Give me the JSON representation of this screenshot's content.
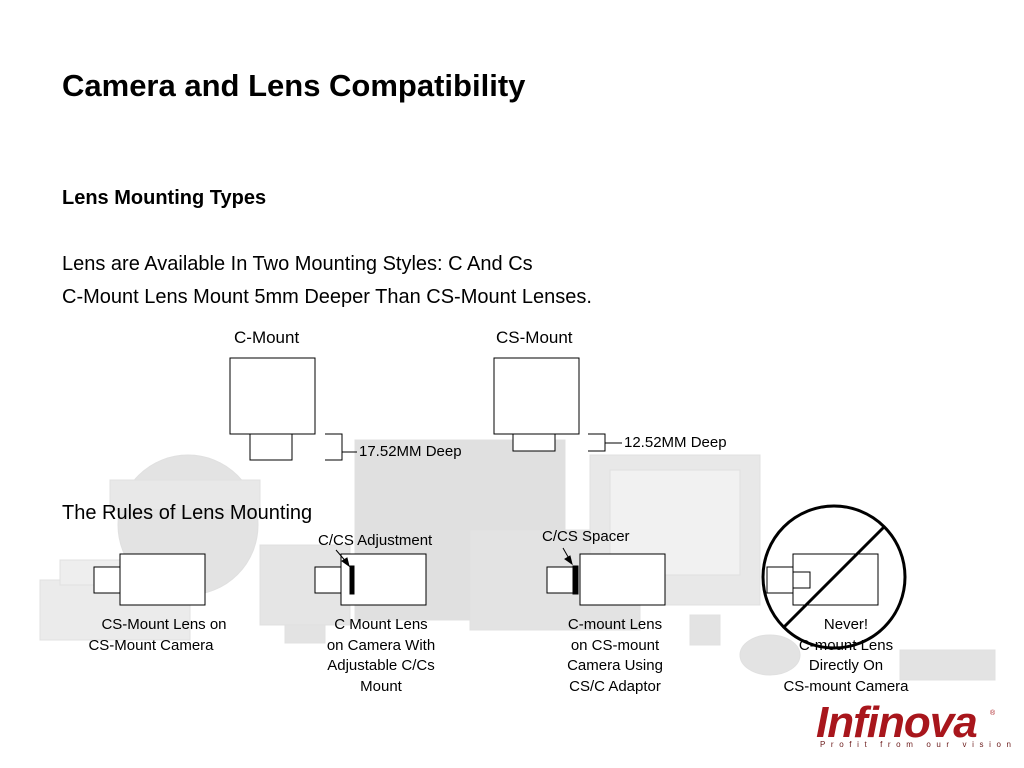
{
  "slide": {
    "title": "Camera and Lens Compatibility",
    "subtitle": "Lens Mounting Types",
    "body_lines": [
      "Lens are Available In Two Mounting Styles:  C And Cs",
      "C-Mount Lens Mount 5mm Deeper Than CS-Mount Lenses."
    ],
    "rules_heading": "The Rules of Lens Mounting"
  },
  "mounts": {
    "c_mount": {
      "label": "C-Mount",
      "depth": "17.52MM Deep"
    },
    "cs_mount": {
      "label": "CS-Mount",
      "depth": "12.52MM Deep"
    }
  },
  "rules": {
    "adjustment_label": "C/CS Adjustment",
    "spacer_label": "C/CS Spacer",
    "captions": [
      [
        "CS-Mount Lens on",
        "CS-Mount Camera"
      ],
      [
        "C Mount Lens",
        "on Camera With",
        "Adjustable C/Cs",
        "Mount"
      ],
      [
        "C-mount Lens",
        "on CS-mount",
        "Camera Using",
        "CS/C Adaptor"
      ],
      [
        "Never!",
        "C-mount Lens",
        "Directly On",
        "CS-mount Camera"
      ]
    ]
  },
  "logo": {
    "name": "Infinova",
    "tagline": "Profit from our vision"
  },
  "colors": {
    "brand_red": "#a8161c",
    "background_photo_tint": "#dcdcdc"
  }
}
